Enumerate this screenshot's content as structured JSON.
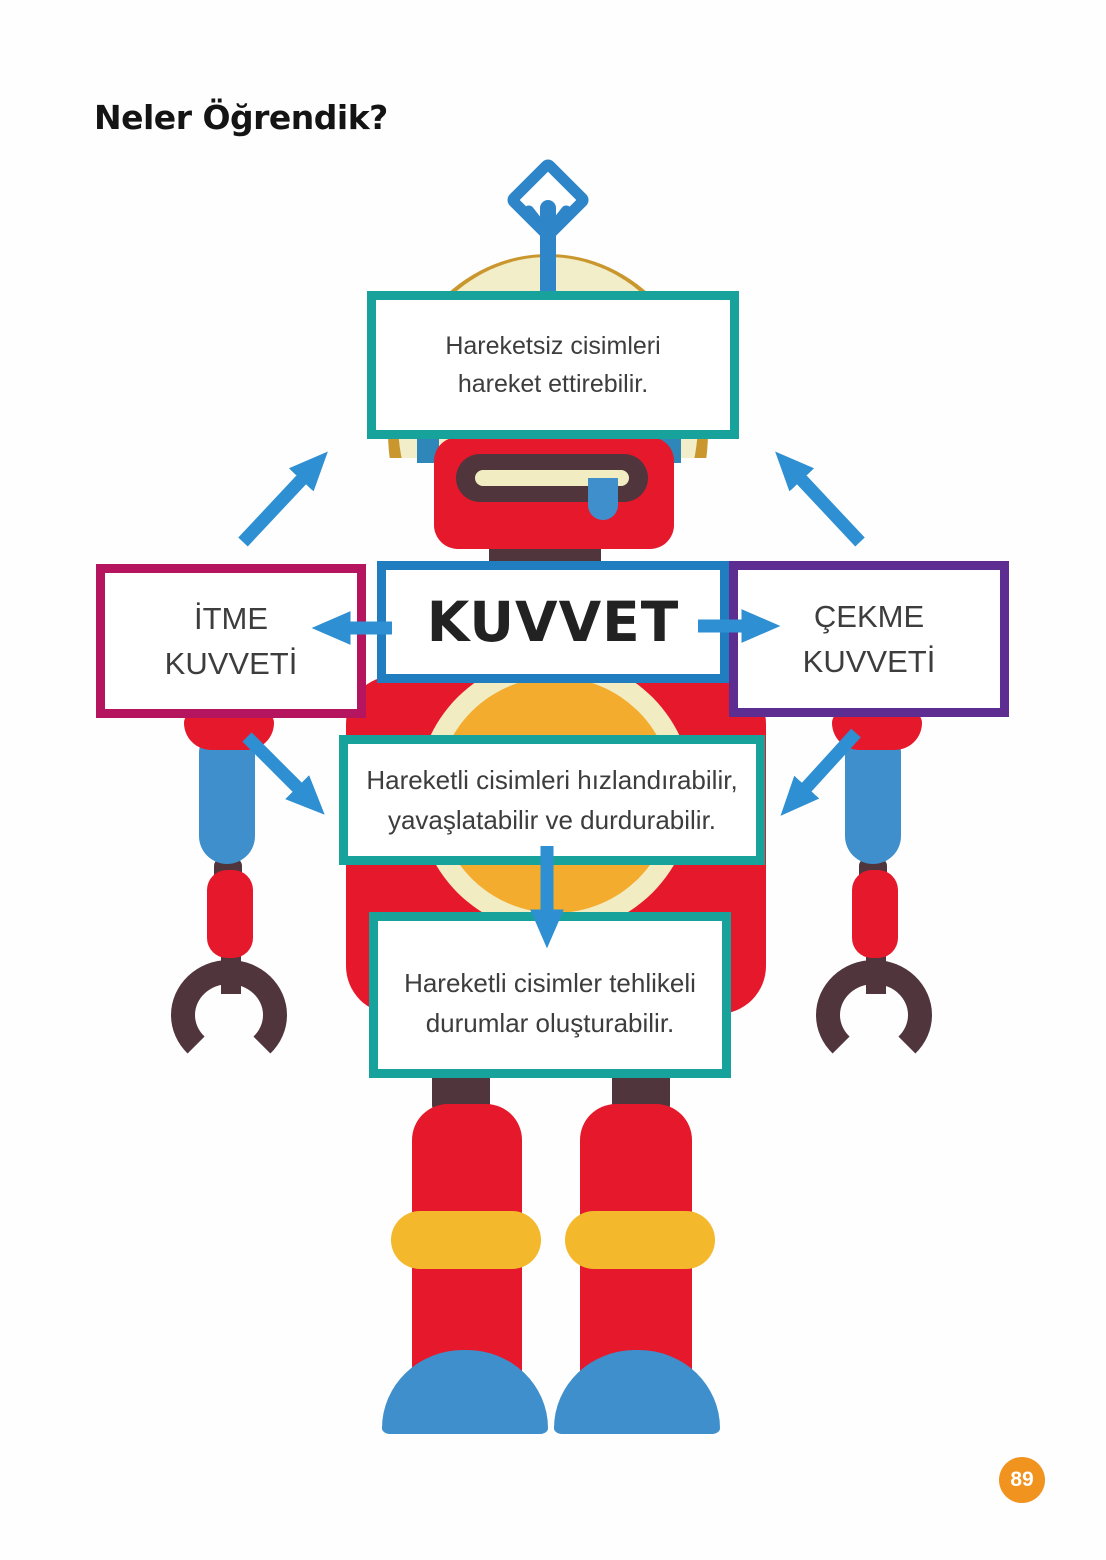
{
  "page": {
    "title": "Neler Öğrendik?",
    "page_number": "89"
  },
  "concept_map": {
    "top_box": {
      "line1": "Hareketsiz cisimleri",
      "line2": "hareket ettirebilir."
    },
    "center_box": {
      "label": "KUVVET"
    },
    "left_box": {
      "line1": "İTME",
      "line2": "KUVVETİ"
    },
    "right_box": {
      "line1": "ÇEKME",
      "line2": "KUVVETİ"
    },
    "middle_box": {
      "line1": "Hareketli cisimleri hızlandırabilir,",
      "line2": "yavaşlatabilir ve durdurabilir."
    },
    "bottom_box": {
      "line1": "Hareketli cisimler tehlikeli",
      "line2": "durumlar oluşturabilir."
    }
  },
  "colors": {
    "teal_border": "#17a29b",
    "blue_border": "#1f7dc0",
    "magenta_border": "#b5155f",
    "purple_border": "#5e2d91",
    "arrow_blue": "#2e8fd2",
    "robot_red": "#e6182c",
    "robot_blue": "#3e8fcb",
    "robot_yellow": "#f3b82b",
    "robot_cream": "#f2ecc3",
    "robot_dark": "#50353d",
    "badge_orange": "#f0931f"
  }
}
